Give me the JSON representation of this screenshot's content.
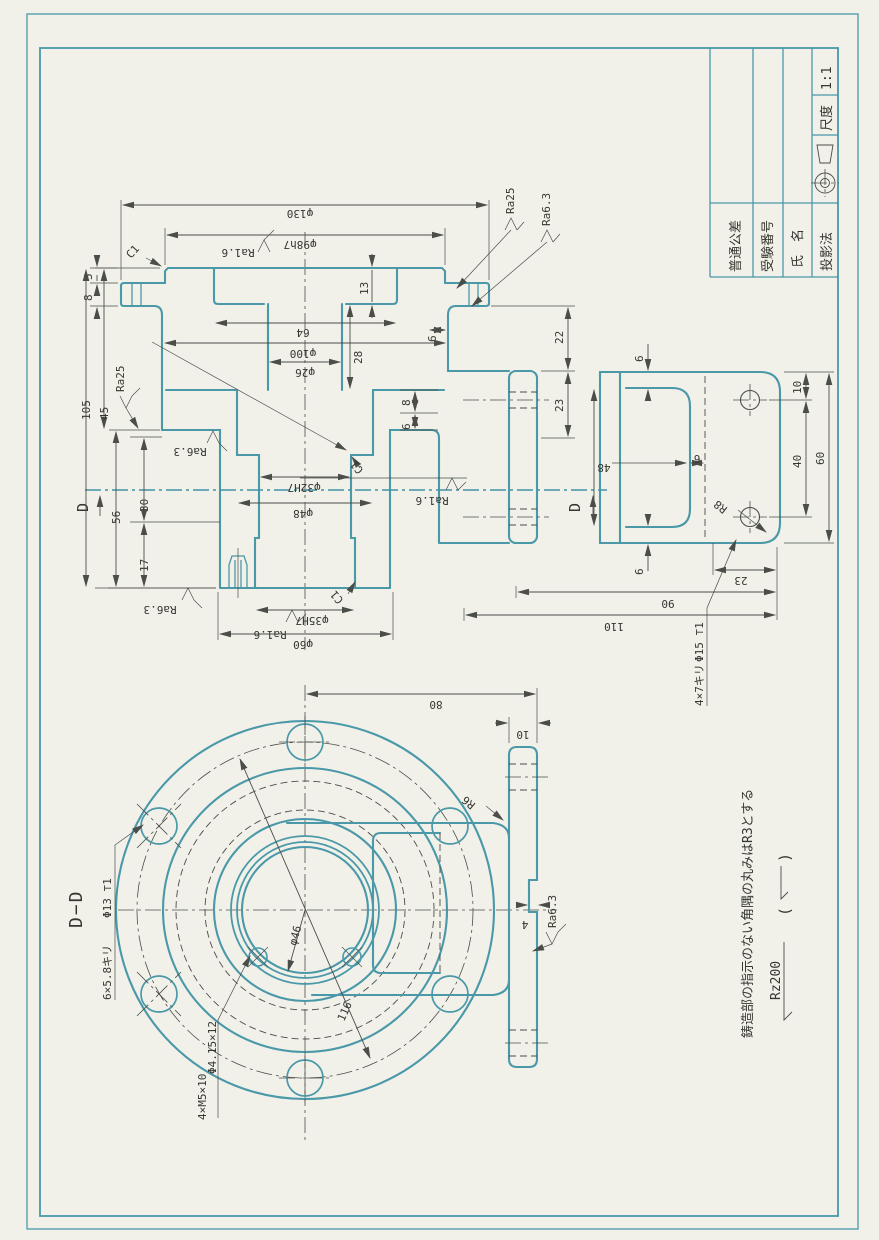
{
  "title_block": {
    "tolerance_label": "普通公差",
    "exam_no_label": "受験番号",
    "name_label": "氏　名",
    "projection_label": "投影法",
    "scale_label": "尺度",
    "scale_value": "1:1"
  },
  "notes": {
    "casting_note": "鋳造部の指示のない角隅の丸みはR3とする",
    "default_roughness": "Rz200",
    "paren_open": "(",
    "paren_close": ")"
  },
  "front_view": {
    "d130": "φ130",
    "d98": "φ98h7",
    "ra16_top": "Ra1.6",
    "c1_top": "C1",
    "d5": "5",
    "d8": "8",
    "ra25_left": "Ra25",
    "d105": "105",
    "d45": "45",
    "ra25_right": "Ra25",
    "ra63_right": "Ra6.3",
    "d13": "13",
    "d64": "64",
    "d6_flange": "6",
    "d100": "φ100",
    "d26": "φ26",
    "d28": "28",
    "d8b": "8",
    "d6b": "6",
    "d22": "22",
    "d23": "23",
    "ra63_shoulder": "Ra6.3",
    "c1_mid": "C1",
    "d32": "φ32H7",
    "d48": "φ48",
    "ra16_mid": "Ra1.6",
    "d_left": "D",
    "d_right": "D",
    "d56": "56",
    "d30": "30",
    "d17": "17",
    "ra63_bottom": "Ra6.3",
    "c1_bot": "C1",
    "d35": "φ35H7",
    "ra16_bot": "Ra1.6",
    "d60": "φ60"
  },
  "side_view": {
    "d6_top": "6",
    "d48": "48",
    "d6_mid": "6",
    "d6_bot": "6",
    "d10": "10",
    "d40": "40",
    "d60": "60",
    "r8": "R8",
    "d23": "23",
    "d90": "90",
    "d110": "110",
    "drill_note": "4×7キリ",
    "spotface_note": "Φ15 ⊤1"
  },
  "section_view": {
    "title": "D−D",
    "d80": "80",
    "d10": "10",
    "r6": "R6",
    "d46": "φ46",
    "d116": "116",
    "d4": "4",
    "ra63": "Ra6.3",
    "drill_note": "6×5.8キリ",
    "spotface_note": "Φ13 ⊤1",
    "tap_note1": "4×M5×10",
    "tap_note2": "Φ4.15×12"
  }
}
